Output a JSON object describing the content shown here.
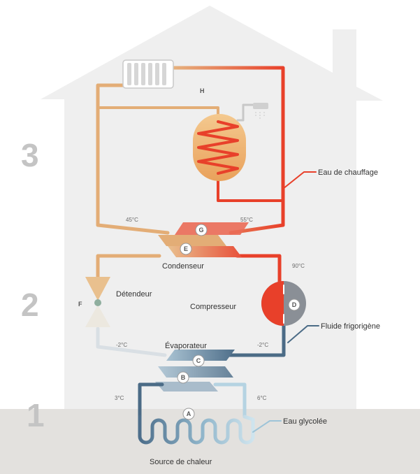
{
  "zones": {
    "one": "1",
    "two": "2",
    "three": "3"
  },
  "labels": {
    "eau_chauffage": "Eau de chauffage",
    "condenseur": "Condenseur",
    "detendeur": "Détendeur",
    "compresseur": "Compresseur",
    "fluide_frigorigene": "Fluide frigorigène",
    "evaporateur": "Évaporateur",
    "eau_glycolee": "Eau glycolée",
    "source_chaleur": "Source de chaleur"
  },
  "letters": {
    "a": "A",
    "b": "B",
    "c": "C",
    "d": "D",
    "e": "E",
    "f": "F",
    "g": "G",
    "h": "H"
  },
  "temps": {
    "t45": "45°C",
    "t55": "55°C",
    "t90": "90°C",
    "tm2_left": "-2°C",
    "tm2_right": "-2°C",
    "t3_left": "3°C",
    "t6_right": "6°C"
  },
  "colors": {
    "hot": "#e8402a",
    "warm": "#e3ad76",
    "blue": "#4b6b86",
    "light_blue": "#9ec4d8",
    "house": "#efefef",
    "ground": "#e3e1de"
  }
}
